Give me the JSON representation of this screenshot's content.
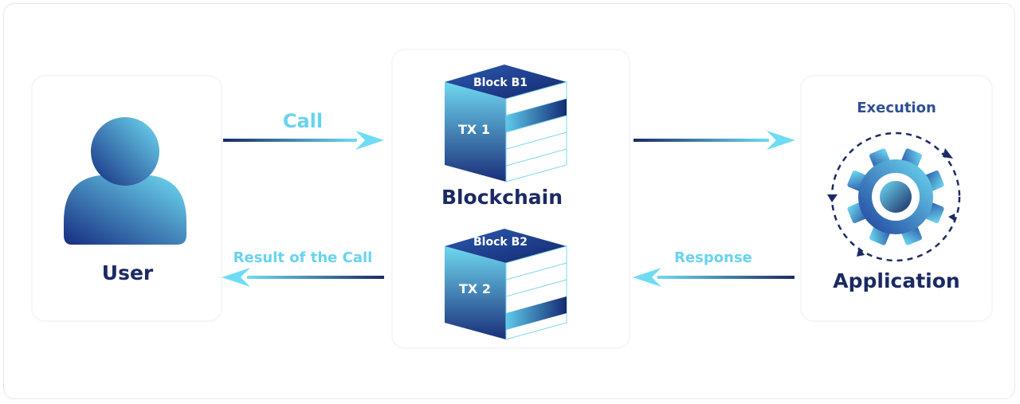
{
  "nodes": {
    "user": "User",
    "blockchain": "Blockchain",
    "application": "Application"
  },
  "blocks": [
    {
      "name": "Block B1",
      "tx": "TX 1"
    },
    {
      "name": "Block B2",
      "tx": "TX 2"
    }
  ],
  "edges": {
    "call": "Call",
    "result": "Result of the Call",
    "response": "Response",
    "execution": "Execution"
  },
  "colors": {
    "navy": "#1b2a64",
    "light_blue": "#68d3ef",
    "mid_blue": "#2f4f95"
  }
}
